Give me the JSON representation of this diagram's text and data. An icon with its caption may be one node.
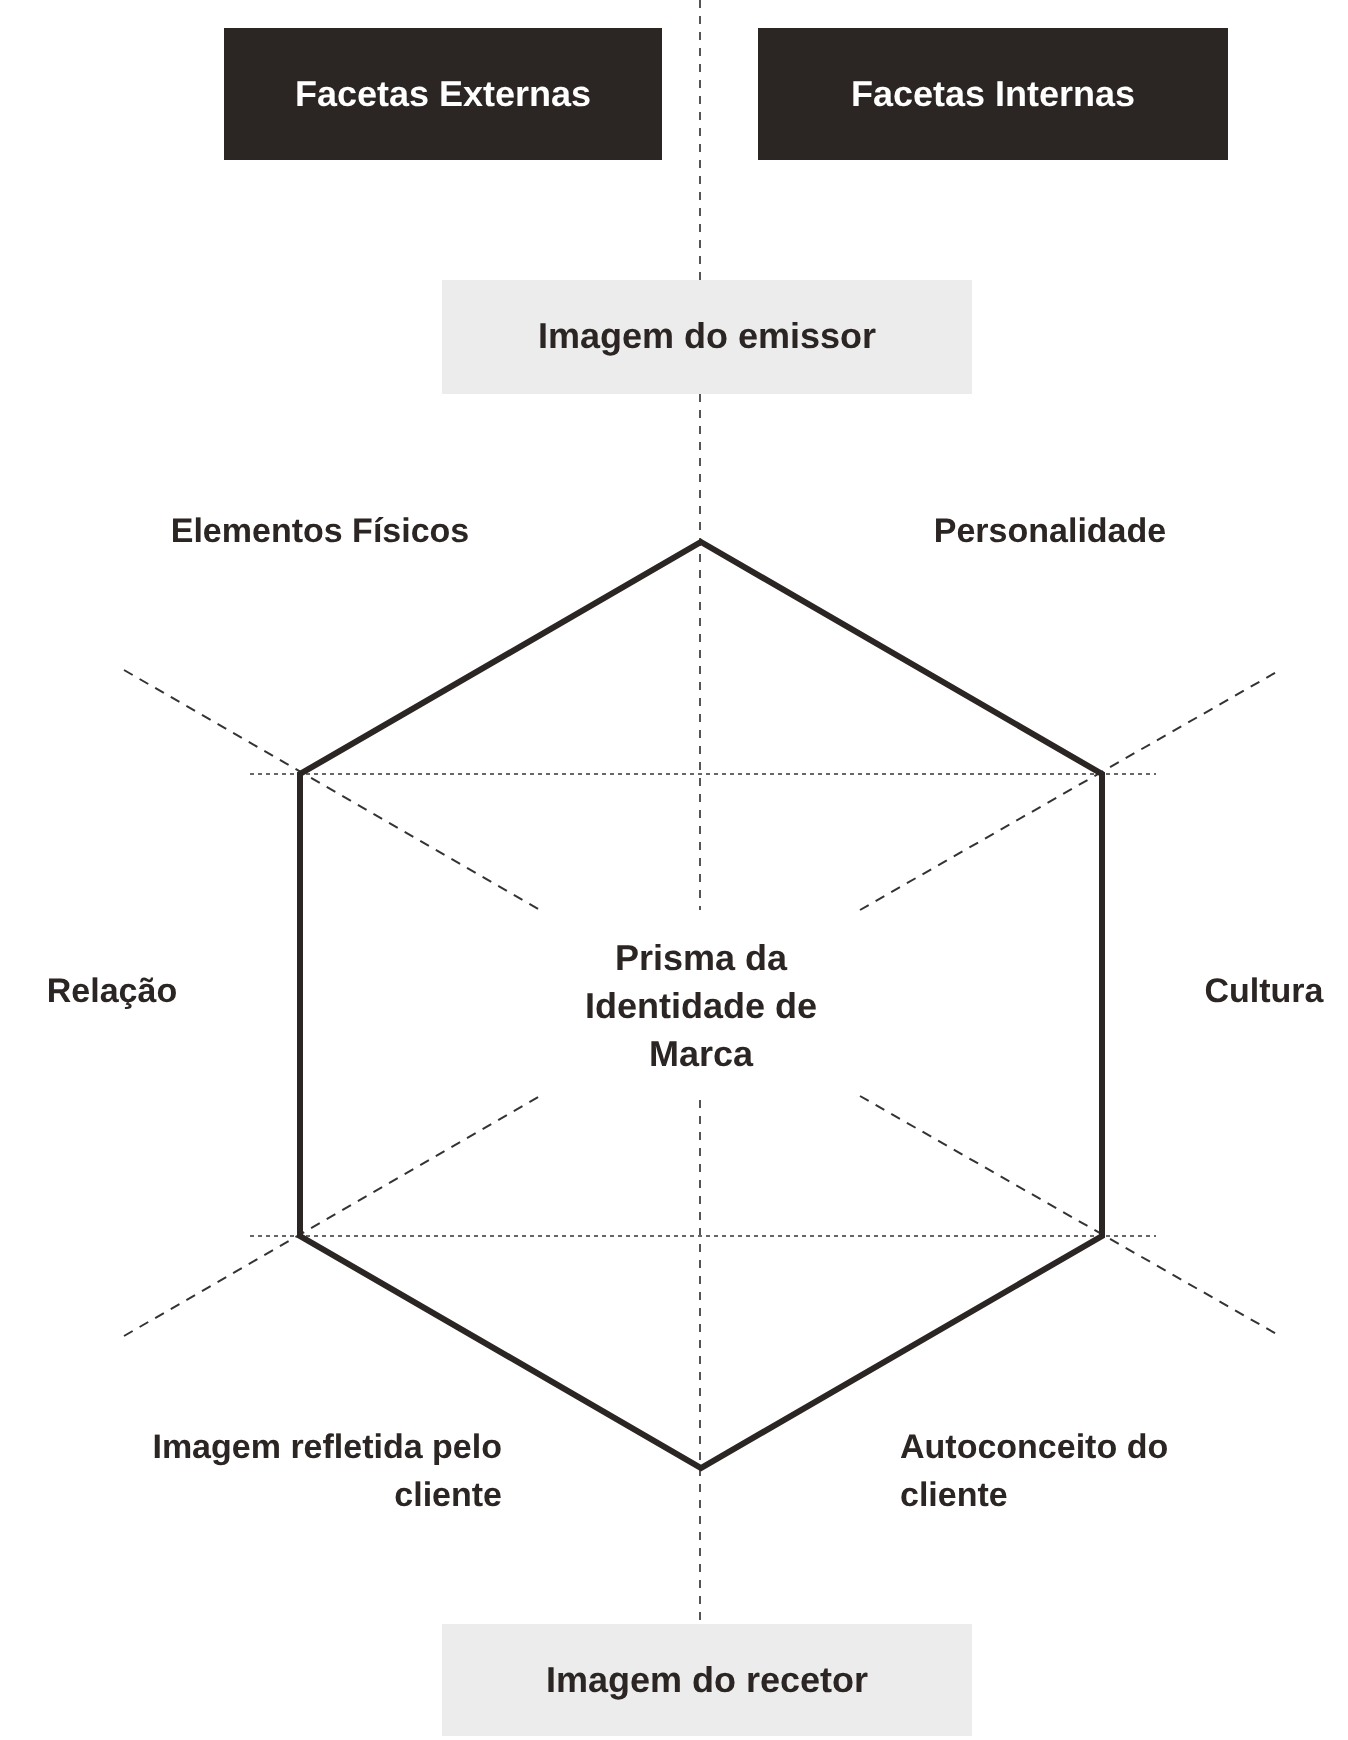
{
  "diagram": {
    "nodes": [
      {
        "text": [
          "Facetas Externas"
        ]
      },
      {
        "text": [
          "Facetas Internas"
        ]
      },
      {
        "text": [
          "Imagem do emissor"
        ]
      },
      {
        "text": [
          "Prisma da Identidade de Marca"
        ]
      },
      {
        "text": [
          "Imagem do recetor"
        ]
      }
    ],
    "labels": [
      "Elementos Físicos",
      "Personalidade",
      "Relação",
      "Cultura",
      "Imagem refletida pelo cliente",
      "Autoconceito do cliente"
    ]
  }
}
